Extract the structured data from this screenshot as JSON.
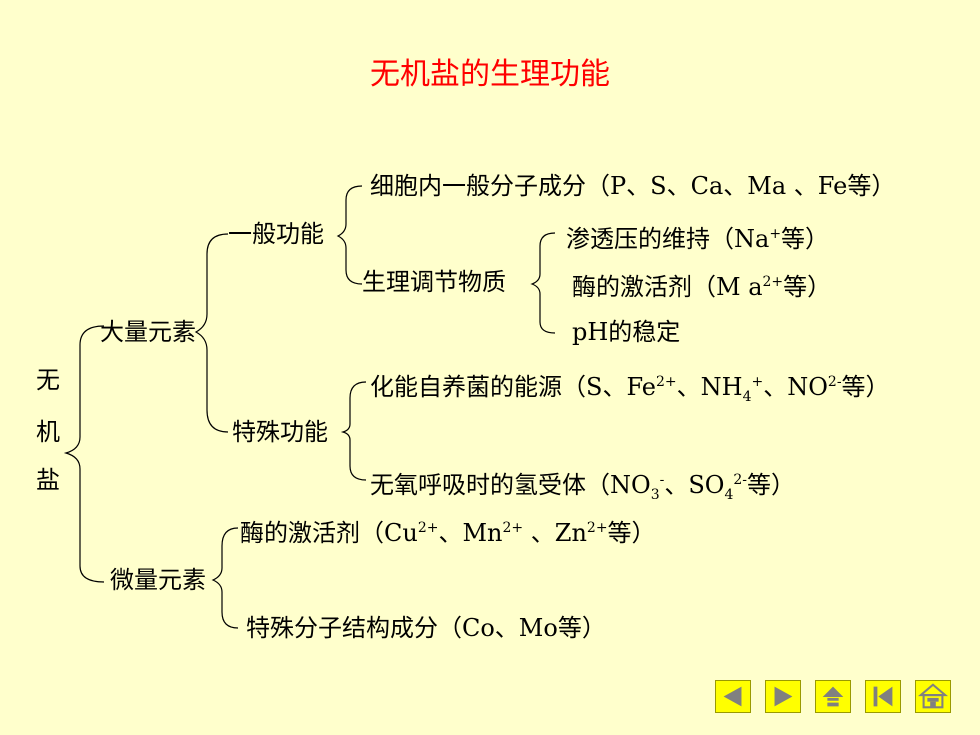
{
  "title": "无机盐的生理功能",
  "root": "无机盐",
  "root_chars": [
    "无",
    "机",
    "盐"
  ],
  "macro": {
    "label": "大量元素",
    "general": {
      "label": "一般功能",
      "component": "细胞内一般分子成分（P、S、Ca、Ma 、Fe等）",
      "regulation": {
        "label": "生理调节物质",
        "osmotic": [
          "渗透压的维持（Na",
          "+",
          "等）"
        ],
        "activator": [
          "酶的激活剂（M a",
          "2+",
          "等）"
        ],
        "ph": "pH的稳定"
      }
    },
    "special": {
      "label": "特殊功能",
      "energy": [
        "化能自养菌的能源（S、Fe",
        "2+",
        "、NH",
        "4",
        "+",
        "、NO",
        "2-",
        "等）"
      ],
      "acceptor": [
        "无氧呼吸时的氢受体（NO",
        "3",
        "-",
        "、SO",
        "4",
        "2-",
        "等）"
      ]
    }
  },
  "micro": {
    "label": "微量元素",
    "activator": [
      "酶的激活剂（Cu",
      "2+",
      "、Mn",
      "2+",
      " 、Zn",
      "2+",
      "等）"
    ],
    "structure": "特殊分子结构成分（Co、Mo等）"
  },
  "nav": [
    "prev-icon",
    "next-icon",
    "home-icon",
    "first-icon",
    "house-icon"
  ],
  "colors": {
    "background": "#FFFFCC",
    "title": "#FF0000",
    "nav_button": "#FFFF00",
    "nav_icon": "#808080"
  }
}
